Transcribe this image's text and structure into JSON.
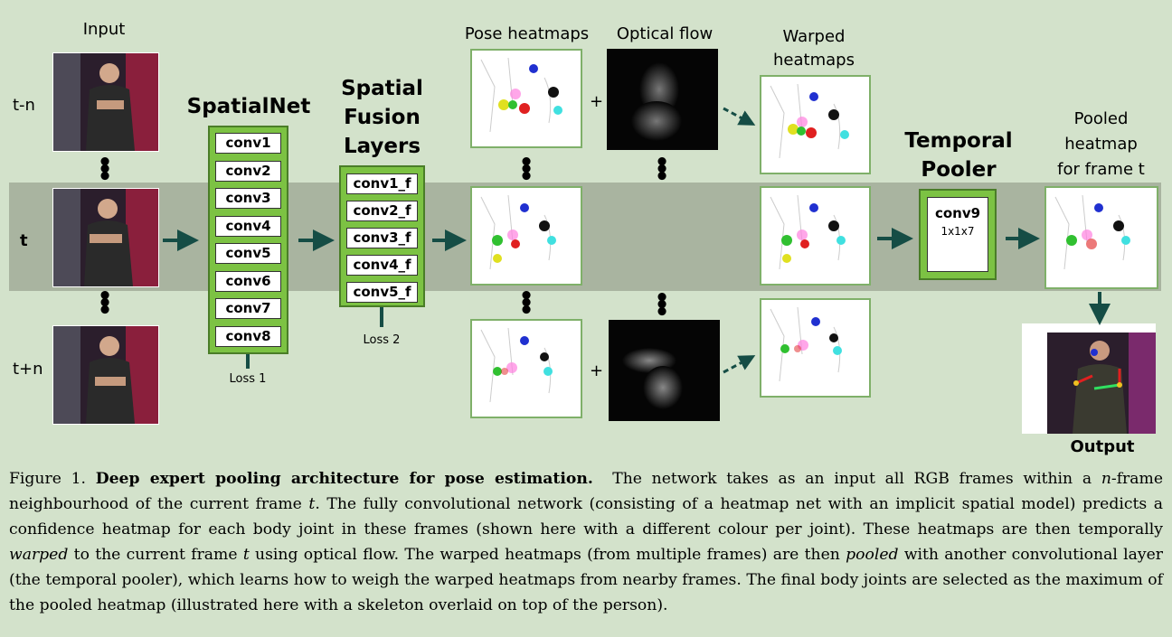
{
  "labels": {
    "input": "Input",
    "pose_heatmaps": "Pose heatmaps",
    "optical_flow": "Optical flow",
    "warped_heatmaps_1": "Warped",
    "warped_heatmaps_2": "heatmaps",
    "pooled_1": "Pooled",
    "pooled_2": "heatmap",
    "pooled_3": "for frame t",
    "output": "Output",
    "plus": "+"
  },
  "rows": {
    "top": "t-n",
    "middle": "t",
    "bottom": "t+n"
  },
  "spatialnet": {
    "title": "SpatialNet",
    "layers": [
      "conv1",
      "conv2",
      "conv3",
      "conv4",
      "conv5",
      "conv6",
      "conv7",
      "conv8"
    ],
    "loss": "Loss 1"
  },
  "fusion": {
    "title_1": "Spatial",
    "title_2": "Fusion",
    "title_3": "Layers",
    "layers": [
      "conv1_f",
      "conv2_f",
      "conv3_f",
      "conv4_f",
      "conv5_f"
    ],
    "loss": "Loss 2"
  },
  "pooler": {
    "title_1": "Temporal",
    "title_2": "Pooler",
    "layer": "conv9",
    "kernel": "1x1x7"
  },
  "caption": {
    "prefix": "Figure 1.",
    "title": "Deep expert pooling architecture for pose estimation.",
    "s1": "The network takes as an input all RGB frames within a",
    "n": "n",
    "s2": "-frame neighbourhood of the current frame",
    "t1": "t",
    "s3": ". The fully convolutional network (consisting of a heatmap net with an implicit spatial model) predicts a confidence heatmap for each body joint in these frames (shown here with a different colour per joint). These heatmaps are then temporally",
    "warped": "warped",
    "s4": "to the current frame",
    "t2": "t",
    "s5": "using optical flow. The warped heatmaps (from multiple frames) are then",
    "pooled": "pooled",
    "s6": "with another convolutional layer (the temporal pooler), which learns how to weigh the warped heatmaps from nearby frames. The final body joints are selected as the maximum of the pooled heatmap (illustrated here with a skeleton overlaid on top of the person)."
  },
  "colors": {
    "background": "#d3e2cb",
    "band": "#a9b4a0",
    "layer_green": "#7cc243",
    "arrow": "#154d45"
  }
}
